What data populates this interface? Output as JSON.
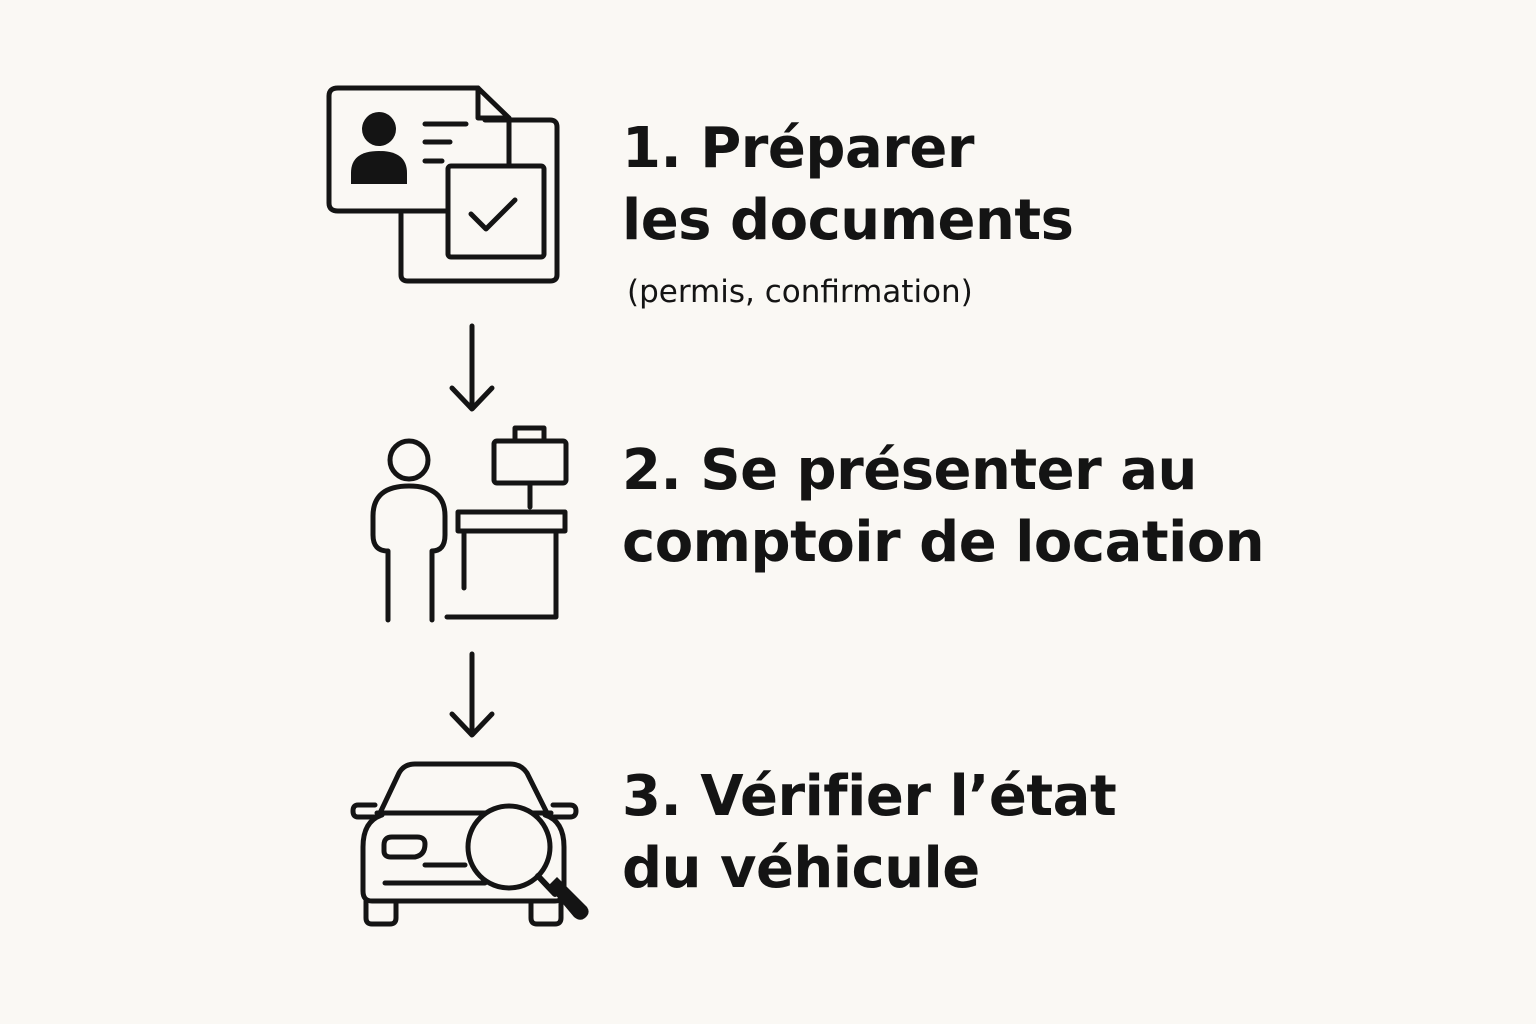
{
  "steps": [
    {
      "line1": "1. Préparer",
      "line2": "les documents",
      "note": "(permis, confirmation)",
      "icon": "id-card-document-check-icon"
    },
    {
      "line1": "2. Se présenter au",
      "line2": "comptoir de location",
      "icon": "person-at-counter-icon"
    },
    {
      "line1": "3. Vérifier l’état",
      "line2": "du véhicule",
      "icon": "car-inspection-magnifier-icon"
    }
  ],
  "connector": "arrow-down-icon"
}
